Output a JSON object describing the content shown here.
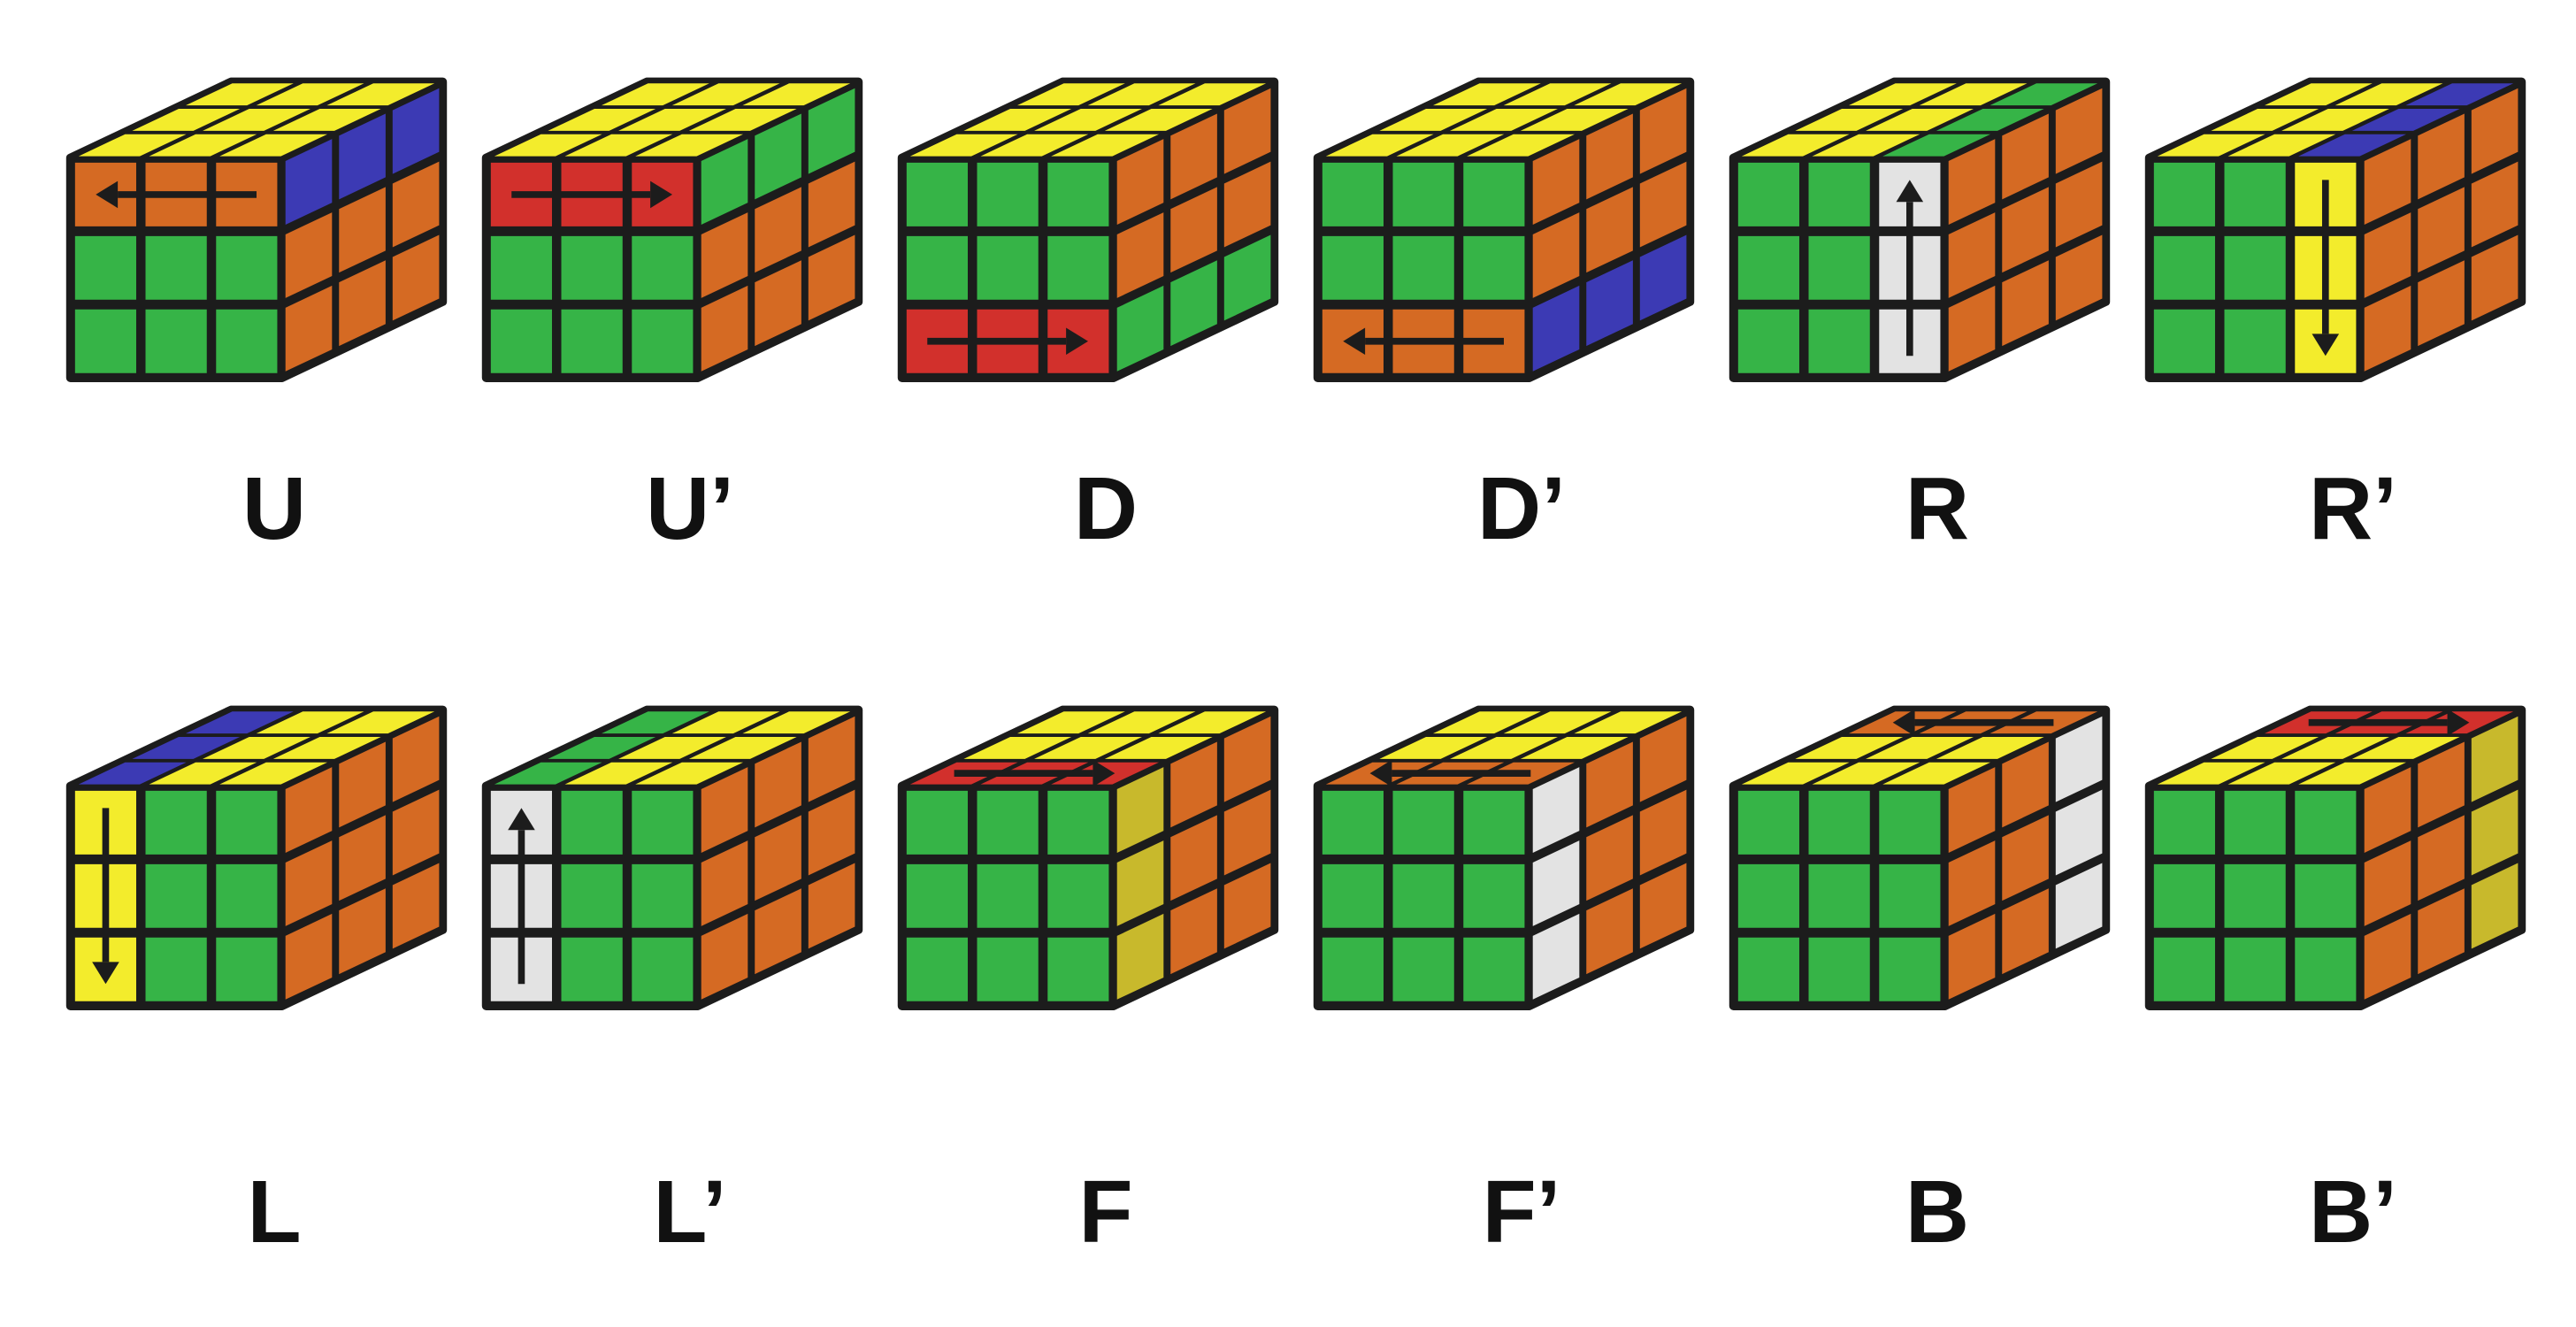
{
  "colors": {
    "yellow": "#f3ec2c",
    "green": "#36b447",
    "orange": "#d56a23",
    "red": "#d2302c",
    "blue": "#3c3ab4",
    "white": "#e3e3e3",
    "olive": "#c8b92c",
    "outline": "#1c1c1c",
    "arrow": "#1c1c1c"
  },
  "moves": [
    {
      "label": "U",
      "top": [
        "yellow",
        "yellow",
        "yellow",
        "yellow",
        "yellow",
        "yellow",
        "yellow",
        "yellow",
        "yellow"
      ],
      "front": [
        "orange",
        "orange",
        "orange",
        "green",
        "green",
        "green",
        "green",
        "green",
        "green"
      ],
      "right": [
        "blue",
        "blue",
        "blue",
        "orange",
        "orange",
        "orange",
        "orange",
        "orange",
        "orange"
      ],
      "arrow": {
        "face": "front",
        "strip": "row",
        "index": 0,
        "direction": "left",
        "color": "orange"
      }
    },
    {
      "label": "U’",
      "top": [
        "yellow",
        "yellow",
        "yellow",
        "yellow",
        "yellow",
        "yellow",
        "yellow",
        "yellow",
        "yellow"
      ],
      "front": [
        "red",
        "red",
        "red",
        "green",
        "green",
        "green",
        "green",
        "green",
        "green"
      ],
      "right": [
        "green",
        "green",
        "green",
        "orange",
        "orange",
        "orange",
        "orange",
        "orange",
        "orange"
      ],
      "arrow": {
        "face": "front",
        "strip": "row",
        "index": 0,
        "direction": "right",
        "color": "red"
      }
    },
    {
      "label": "D",
      "top": [
        "yellow",
        "yellow",
        "yellow",
        "yellow",
        "yellow",
        "yellow",
        "yellow",
        "yellow",
        "yellow"
      ],
      "front": [
        "green",
        "green",
        "green",
        "green",
        "green",
        "green",
        "red",
        "red",
        "red"
      ],
      "right": [
        "orange",
        "orange",
        "orange",
        "orange",
        "orange",
        "orange",
        "green",
        "green",
        "green"
      ],
      "arrow": {
        "face": "front",
        "strip": "row",
        "index": 2,
        "direction": "right",
        "color": "red"
      }
    },
    {
      "label": "D’",
      "top": [
        "yellow",
        "yellow",
        "yellow",
        "yellow",
        "yellow",
        "yellow",
        "yellow",
        "yellow",
        "yellow"
      ],
      "front": [
        "green",
        "green",
        "green",
        "green",
        "green",
        "green",
        "orange",
        "orange",
        "orange"
      ],
      "right": [
        "orange",
        "orange",
        "orange",
        "orange",
        "orange",
        "orange",
        "blue",
        "blue",
        "blue"
      ],
      "arrow": {
        "face": "front",
        "strip": "row",
        "index": 2,
        "direction": "left",
        "color": "orange"
      }
    },
    {
      "label": "R",
      "top": [
        "yellow",
        "yellow",
        "green",
        "yellow",
        "yellow",
        "green",
        "yellow",
        "yellow",
        "green"
      ],
      "front": [
        "green",
        "green",
        "white",
        "green",
        "green",
        "white",
        "green",
        "green",
        "white"
      ],
      "right": [
        "orange",
        "orange",
        "orange",
        "orange",
        "orange",
        "orange",
        "orange",
        "orange",
        "orange"
      ],
      "arrow": {
        "face": "front",
        "strip": "col",
        "index": 2,
        "direction": "up",
        "color": "white"
      }
    },
    {
      "label": "R’",
      "top": [
        "yellow",
        "yellow",
        "blue",
        "yellow",
        "yellow",
        "blue",
        "yellow",
        "yellow",
        "blue"
      ],
      "front": [
        "green",
        "green",
        "yellow",
        "green",
        "green",
        "yellow",
        "green",
        "green",
        "yellow"
      ],
      "right": [
        "orange",
        "orange",
        "orange",
        "orange",
        "orange",
        "orange",
        "orange",
        "orange",
        "orange"
      ],
      "arrow": {
        "face": "front",
        "strip": "col",
        "index": 2,
        "direction": "down",
        "color": "yellow"
      }
    },
    {
      "label": "L",
      "top": [
        "blue",
        "yellow",
        "yellow",
        "blue",
        "yellow",
        "yellow",
        "blue",
        "yellow",
        "yellow"
      ],
      "front": [
        "yellow",
        "green",
        "green",
        "yellow",
        "green",
        "green",
        "yellow",
        "green",
        "green"
      ],
      "right": [
        "orange",
        "orange",
        "orange",
        "orange",
        "orange",
        "orange",
        "orange",
        "orange",
        "orange"
      ],
      "arrow": {
        "face": "front",
        "strip": "col",
        "index": 0,
        "direction": "down",
        "color": "yellow"
      }
    },
    {
      "label": "L’",
      "top": [
        "green",
        "yellow",
        "yellow",
        "green",
        "yellow",
        "yellow",
        "green",
        "yellow",
        "yellow"
      ],
      "front": [
        "white",
        "green",
        "green",
        "white",
        "green",
        "green",
        "white",
        "green",
        "green"
      ],
      "right": [
        "orange",
        "orange",
        "orange",
        "orange",
        "orange",
        "orange",
        "orange",
        "orange",
        "orange"
      ],
      "arrow": {
        "face": "front",
        "strip": "col",
        "index": 0,
        "direction": "up",
        "color": "white"
      }
    },
    {
      "label": "F",
      "top": [
        "yellow",
        "yellow",
        "yellow",
        "yellow",
        "yellow",
        "yellow",
        "red",
        "red",
        "red"
      ],
      "front": [
        "green",
        "green",
        "green",
        "green",
        "green",
        "green",
        "green",
        "green",
        "green"
      ],
      "right": [
        "olive",
        "orange",
        "orange",
        "olive",
        "orange",
        "orange",
        "olive",
        "orange",
        "orange"
      ],
      "arrow": {
        "face": "top",
        "strip": "row",
        "index": 2,
        "direction": "right",
        "color": "red"
      }
    },
    {
      "label": "F’",
      "top": [
        "yellow",
        "yellow",
        "yellow",
        "yellow",
        "yellow",
        "yellow",
        "orange",
        "orange",
        "orange"
      ],
      "front": [
        "green",
        "green",
        "green",
        "green",
        "green",
        "green",
        "green",
        "green",
        "green"
      ],
      "right": [
        "white",
        "orange",
        "orange",
        "white",
        "orange",
        "orange",
        "white",
        "orange",
        "orange"
      ],
      "arrow": {
        "face": "top",
        "strip": "row",
        "index": 2,
        "direction": "left",
        "color": "orange"
      }
    },
    {
      "label": "B",
      "top": [
        "orange",
        "orange",
        "orange",
        "yellow",
        "yellow",
        "yellow",
        "yellow",
        "yellow",
        "yellow"
      ],
      "front": [
        "green",
        "green",
        "green",
        "green",
        "green",
        "green",
        "green",
        "green",
        "green"
      ],
      "right": [
        "orange",
        "orange",
        "white",
        "orange",
        "orange",
        "white",
        "orange",
        "orange",
        "white"
      ],
      "arrow": {
        "face": "top",
        "strip": "row",
        "index": 0,
        "direction": "left",
        "color": "orange"
      }
    },
    {
      "label": "B’",
      "top": [
        "red",
        "red",
        "red",
        "yellow",
        "yellow",
        "yellow",
        "yellow",
        "yellow",
        "yellow"
      ],
      "front": [
        "green",
        "green",
        "green",
        "green",
        "green",
        "green",
        "green",
        "green",
        "green"
      ],
      "right": [
        "orange",
        "orange",
        "olive",
        "orange",
        "orange",
        "olive",
        "orange",
        "orange",
        "olive"
      ],
      "arrow": {
        "face": "top",
        "strip": "row",
        "index": 0,
        "direction": "right",
        "color": "red"
      }
    }
  ]
}
